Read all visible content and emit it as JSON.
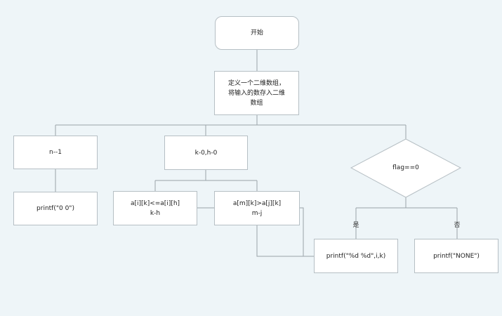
{
  "nodes": {
    "start": "开始",
    "define_array": "定义一个二维数组，\n将输入的数存入二维\n数组",
    "n_decrement": "n--1",
    "printf_zero": "printf(\"0 0\")",
    "kh_init": "k-0,h-0",
    "cond_min": "a[i][k]<=a[i][h]\nk-h",
    "cond_max": "a[m][k]>a[j][k]\nm-j",
    "flag_check": "flag==0",
    "printf_result": "printf(\"%d %d\",i,k)",
    "printf_none": "printf(\"NONE\")"
  },
  "labels": {
    "yes": "是",
    "no": "否"
  },
  "colors": {
    "background": "#eef5f8",
    "node_fill": "#ffffff",
    "border": "#b6bfc4",
    "connector": "#9aa4a9"
  }
}
